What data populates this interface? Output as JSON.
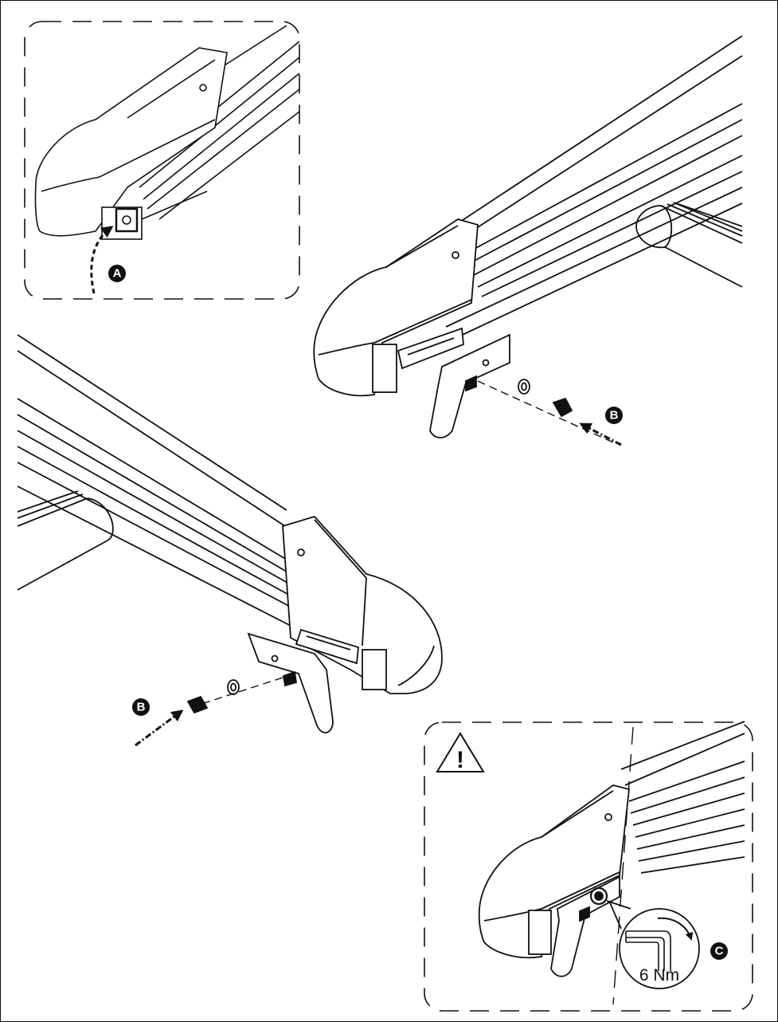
{
  "labels": {
    "a": "A",
    "b_right": "B",
    "b_left": "B",
    "c": "C"
  },
  "torque": "6 Nm",
  "warning_symbol": "!",
  "icons": {
    "warning": "warning-triangle-icon",
    "wrench": "hex-key-icon"
  },
  "colors": {
    "ink": "#111111",
    "paper": "#ffffff"
  }
}
